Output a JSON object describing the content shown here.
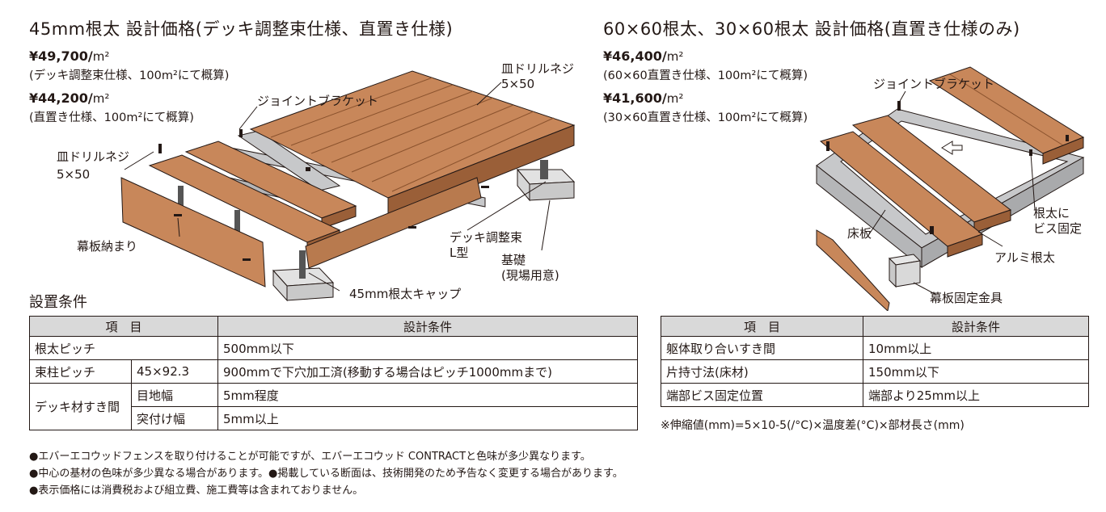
{
  "left": {
    "title": "45mm根太 設計価格(デッキ調整束仕様、直置き仕様)",
    "price1": {
      "amount": "¥49,700/",
      "unit": "m²",
      "note": "(デッキ調整束仕様、100m²にて概算)"
    },
    "price2": {
      "amount": "¥44,200/",
      "unit": "m²",
      "note": "(直置き仕様、100m²にて概算)"
    },
    "labels": {
      "screw_top": "皿ドリルネジ",
      "screw_top_size": "5×50",
      "joint_bracket": "ジョイントブラケット",
      "screw_left": "皿ドリルネジ",
      "screw_left_size": "5×50",
      "fascia": "幕板納まり",
      "adjuster": "デッキ調整束",
      "adjuster_type": "L型",
      "foundation": "基礎",
      "foundation_note": "(現場用意)",
      "cap": "45mm根太キャップ"
    },
    "conditions_title": "設置条件",
    "table": {
      "headers": [
        "項　目",
        "設計条件"
      ],
      "rows": [
        {
          "item": "根太ピッチ",
          "sub": "",
          "value": "500mm以下"
        },
        {
          "item": "束柱ピッチ",
          "sub": "45×92.3",
          "value": "900mmで下穴加工済(移動する場合はピッチ1000mmまで)"
        },
        {
          "item": "デッキ材すき間",
          "sub": "目地幅",
          "value": "5mm程度"
        },
        {
          "item": "",
          "sub": "突付け幅",
          "value": "5mm以上"
        }
      ]
    }
  },
  "right": {
    "title": "60×60根太、30×60根太 設計価格(直置き仕様のみ)",
    "price1": {
      "amount": "¥46,400/",
      "unit": "m²",
      "note": "(60×60直置き仕様、100m²にて概算)"
    },
    "price2": {
      "amount": "¥41,600/",
      "unit": "m²",
      "note": "(30×60直置き仕様、100m²にて概算)"
    },
    "labels": {
      "joint_bracket": "ジョイントブラケット",
      "screw_fix_1": "根太に",
      "screw_fix_2": "ビス固定",
      "floor": "床板",
      "alu_joist": "アルミ根太",
      "fascia_bracket": "幕板固定金具"
    },
    "table": {
      "headers": [
        "項　目",
        "設計条件"
      ],
      "rows": [
        {
          "item": "躯体取り合いすき間",
          "value": "10mm以上"
        },
        {
          "item": "片持寸法(床材)",
          "value": "150mm以下"
        },
        {
          "item": "端部ビス固定位置",
          "value": "端部より25mm以上"
        }
      ]
    },
    "formula": "※伸縮値(mm)=5×10-5(/°C)×温度差(°C)×部材長さ(mm)"
  },
  "bullets": [
    "●エバーエコウッドフェンスを取り付けることが可能ですが、エバーエコウッド CONTRACTと色味が多少異なります。",
    "●中心の基材の色味が多少異なる場合があります。●掲載している断面は、技術開発のため予告なく変更する場合があります。",
    "●表示価格には消費税および組立費、施工費等は含まれておりません。"
  ],
  "colors": {
    "wood": "#c8875a",
    "wood_dark": "#9a5f38",
    "metal": "#b5b6b8",
    "concrete": "#d4d4d4",
    "header_bg": "#d9d9d9"
  }
}
